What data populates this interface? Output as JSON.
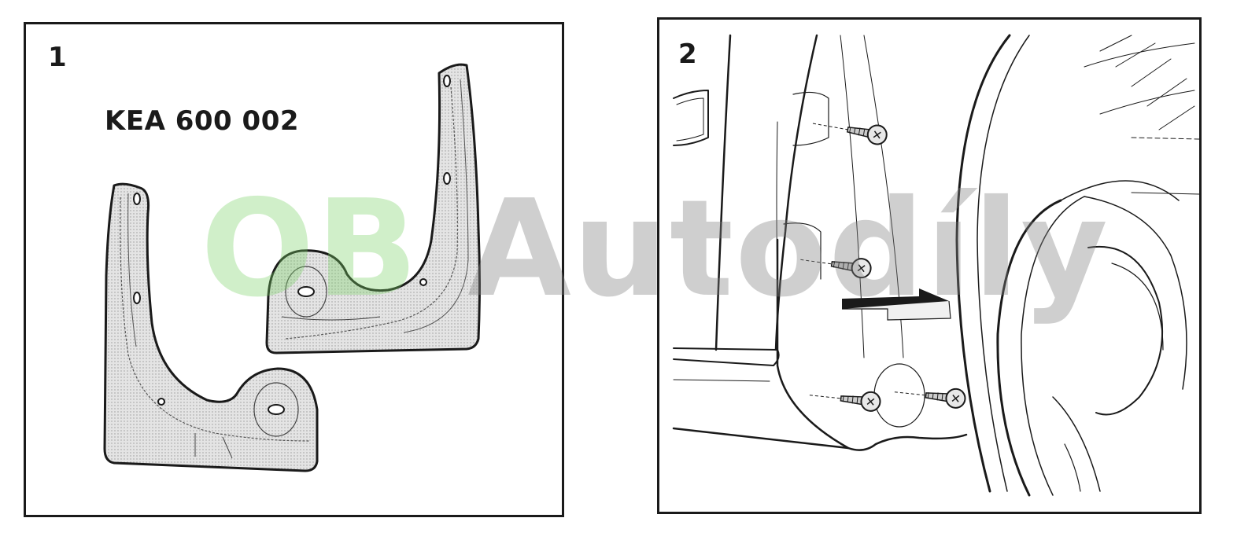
{
  "panels": [
    {
      "step": "1",
      "part_code": "KEA 600 002"
    },
    {
      "step": "2"
    }
  ],
  "watermark": {
    "brand": "OB",
    "rest": " Autodíly"
  },
  "colors": {
    "line": "#1a1a1a",
    "mudflap_fill": "#dcdcdc",
    "watermark_green": "#78d264",
    "watermark_gray": "#828282"
  }
}
